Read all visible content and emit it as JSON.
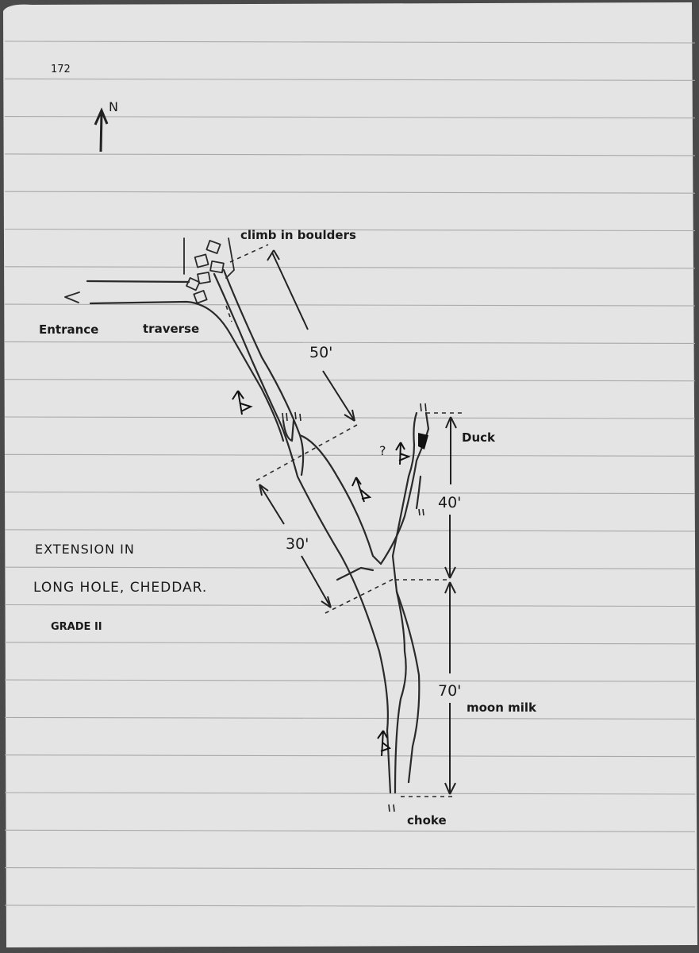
{
  "page_number": "172",
  "north_label": "N",
  "labels": {
    "climb": "climb in boulders",
    "entrance": "Entrance",
    "traverse": "traverse",
    "duck": "Duck",
    "moonmilk": "moon milk",
    "choke": "choke",
    "unknown": "?"
  },
  "measurements": {
    "m50": "50'",
    "m30": "30'",
    "m40": "40'",
    "m70": "70'"
  },
  "title": {
    "line1": "EXTENSION IN",
    "line2": "LONG HOLE, CHEDDAR.",
    "grade": "GRADE II"
  },
  "colors": {
    "paper": "#e6e6e6",
    "rule": "#a9a9a9",
    "ink": "#1a1a1a"
  }
}
